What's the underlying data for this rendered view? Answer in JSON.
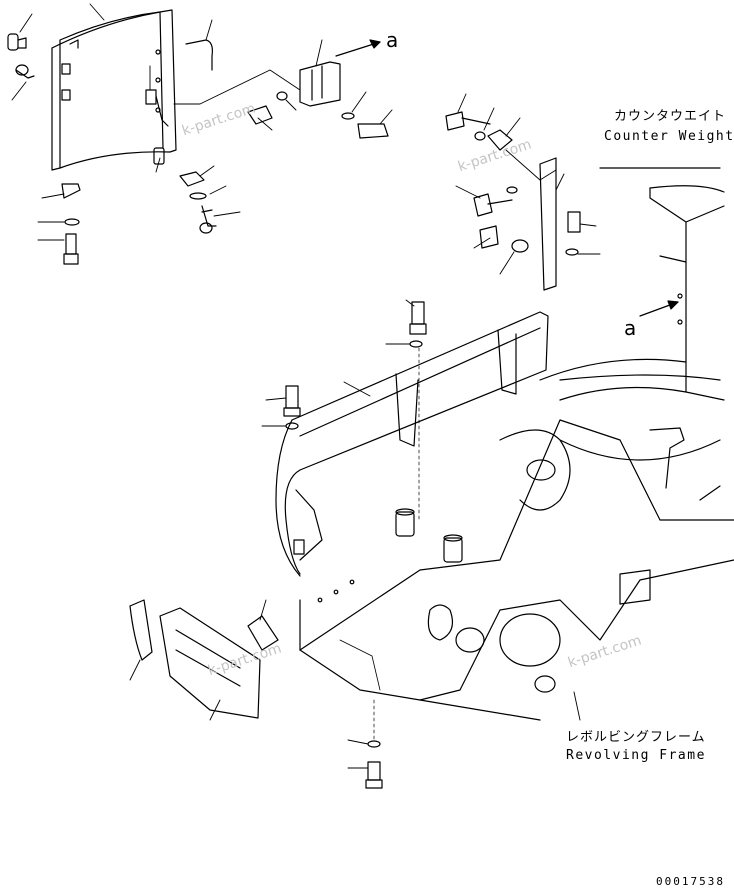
{
  "labels": {
    "counterweight_jp": "カウンタウエイト",
    "counterweight_en": "Counter Weight",
    "revolving_frame_jp": "レボルビングフレーム",
    "revolving_frame_en": "Revolving Frame",
    "arrow_ref_top": "a",
    "arrow_ref_mid": "a",
    "drawing_number": "00017538"
  },
  "watermark": {
    "text": "k-part.com"
  },
  "colors": {
    "ink": "#000000",
    "watermark": "#c4c4c4",
    "background": "#ffffff"
  }
}
